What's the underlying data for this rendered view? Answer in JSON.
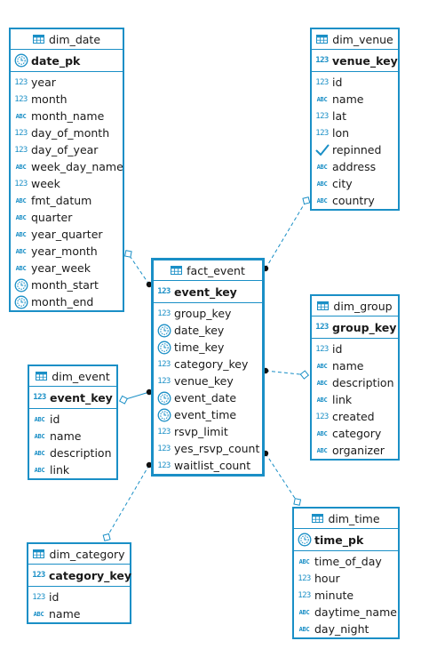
{
  "entities": {
    "dim_date": {
      "title": "dim_date",
      "pk": {
        "name": "date_pk",
        "type": "date"
      },
      "columns": [
        {
          "name": "year",
          "type": "num"
        },
        {
          "name": "month",
          "type": "num"
        },
        {
          "name": "month_name",
          "type": "abc"
        },
        {
          "name": "day_of_month",
          "type": "num"
        },
        {
          "name": "day_of_year",
          "type": "num"
        },
        {
          "name": "week_day_name",
          "type": "abc"
        },
        {
          "name": "week",
          "type": "num"
        },
        {
          "name": "fmt_datum",
          "type": "abc"
        },
        {
          "name": "quarter",
          "type": "abc"
        },
        {
          "name": "year_quarter",
          "type": "abc"
        },
        {
          "name": "year_month",
          "type": "abc"
        },
        {
          "name": "year_week",
          "type": "abc"
        },
        {
          "name": "month_start",
          "type": "date"
        },
        {
          "name": "month_end",
          "type": "date"
        }
      ]
    },
    "dim_venue": {
      "title": "dim_venue",
      "pk": {
        "name": "venue_key",
        "type": "num"
      },
      "columns": [
        {
          "name": "id",
          "type": "num"
        },
        {
          "name": "name",
          "type": "abc"
        },
        {
          "name": "lat",
          "type": "num"
        },
        {
          "name": "lon",
          "type": "num"
        },
        {
          "name": "repinned",
          "type": "bool"
        },
        {
          "name": "address",
          "type": "abc"
        },
        {
          "name": "city",
          "type": "abc"
        },
        {
          "name": "country",
          "type": "abc"
        }
      ]
    },
    "fact_event": {
      "title": "fact_event",
      "pk": {
        "name": "event_key",
        "type": "num"
      },
      "columns": [
        {
          "name": "group_key",
          "type": "num"
        },
        {
          "name": "date_key",
          "type": "date"
        },
        {
          "name": "time_key",
          "type": "date"
        },
        {
          "name": "category_key",
          "type": "num"
        },
        {
          "name": "venue_key",
          "type": "num"
        },
        {
          "name": "event_date",
          "type": "date"
        },
        {
          "name": "event_time",
          "type": "date"
        },
        {
          "name": "rsvp_limit",
          "type": "num"
        },
        {
          "name": "yes_rsvp_count",
          "type": "num"
        },
        {
          "name": "waitlist_count",
          "type": "num"
        }
      ]
    },
    "dim_group": {
      "title": "dim_group",
      "pk": {
        "name": "group_key",
        "type": "num"
      },
      "columns": [
        {
          "name": "id",
          "type": "num"
        },
        {
          "name": "name",
          "type": "abc"
        },
        {
          "name": "description",
          "type": "abc"
        },
        {
          "name": "link",
          "type": "abc"
        },
        {
          "name": "created",
          "type": "num"
        },
        {
          "name": "category",
          "type": "abc"
        },
        {
          "name": "organizer",
          "type": "abc"
        }
      ]
    },
    "dim_event": {
      "title": "dim_event",
      "pk": {
        "name": "event_key",
        "type": "num"
      },
      "columns": [
        {
          "name": "id",
          "type": "abc"
        },
        {
          "name": "name",
          "type": "abc"
        },
        {
          "name": "description",
          "type": "abc"
        },
        {
          "name": "link",
          "type": "abc"
        }
      ]
    },
    "dim_time": {
      "title": "dim_time",
      "pk": {
        "name": "time_pk",
        "type": "date"
      },
      "columns": [
        {
          "name": "time_of_day",
          "type": "abc"
        },
        {
          "name": "hour",
          "type": "num"
        },
        {
          "name": "minute",
          "type": "num"
        },
        {
          "name": "daytime_name",
          "type": "abc"
        },
        {
          "name": "day_night",
          "type": "abc"
        }
      ]
    },
    "dim_category": {
      "title": "dim_category",
      "pk": {
        "name": "category_key",
        "type": "num"
      },
      "columns": [
        {
          "name": "id",
          "type": "num"
        },
        {
          "name": "name",
          "type": "abc"
        }
      ]
    }
  },
  "relationships": [
    {
      "from": "fact_event",
      "to": "dim_date",
      "style": "dashed"
    },
    {
      "from": "fact_event",
      "to": "dim_venue",
      "style": "dashed"
    },
    {
      "from": "fact_event",
      "to": "dim_group",
      "style": "dashed"
    },
    {
      "from": "fact_event",
      "to": "dim_event",
      "style": "solid"
    },
    {
      "from": "fact_event",
      "to": "dim_category",
      "style": "dashed"
    },
    {
      "from": "fact_event",
      "to": "dim_time",
      "style": "dashed"
    }
  ],
  "colors": {
    "accent": "#1a8fc6",
    "text": "#1a1a1a",
    "background": "#ffffff"
  },
  "icons": {
    "table": "table-icon",
    "num": "numeric-type-icon",
    "abc": "text-type-icon",
    "date": "datetime-type-icon",
    "bool": "boolean-type-icon"
  }
}
